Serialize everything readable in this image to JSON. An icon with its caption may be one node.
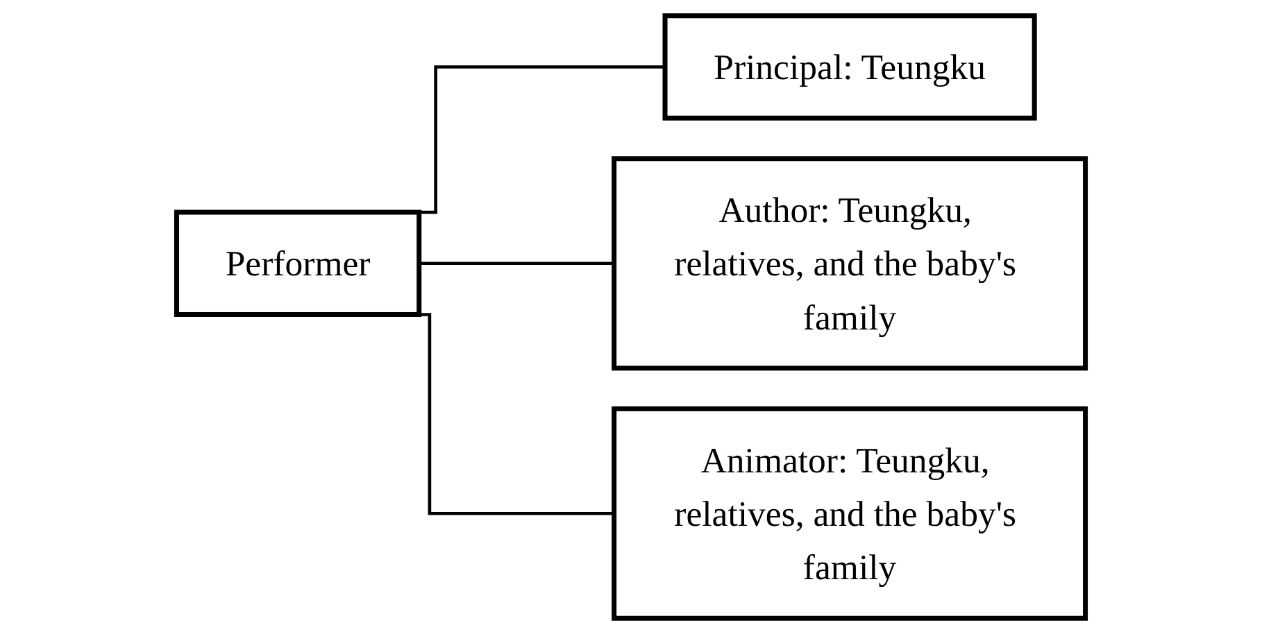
{
  "diagram": {
    "nodes": [
      {
        "text": [
          "Performer"
        ]
      },
      {
        "text": [
          "Principal: Teungku"
        ]
      },
      {
        "text": [
          "Author: Teungku, relatives, and the baby's family"
        ]
      },
      {
        "text": [
          "Animator: Teungku, relatives, and the baby's family"
        ]
      }
    ],
    "edges": [
      {
        "from": 0,
        "to": 1,
        "arrow": "none"
      },
      {
        "from": 0,
        "to": 2,
        "arrow": "none"
      },
      {
        "from": 0,
        "to": 3,
        "arrow": "none"
      }
    ]
  }
}
